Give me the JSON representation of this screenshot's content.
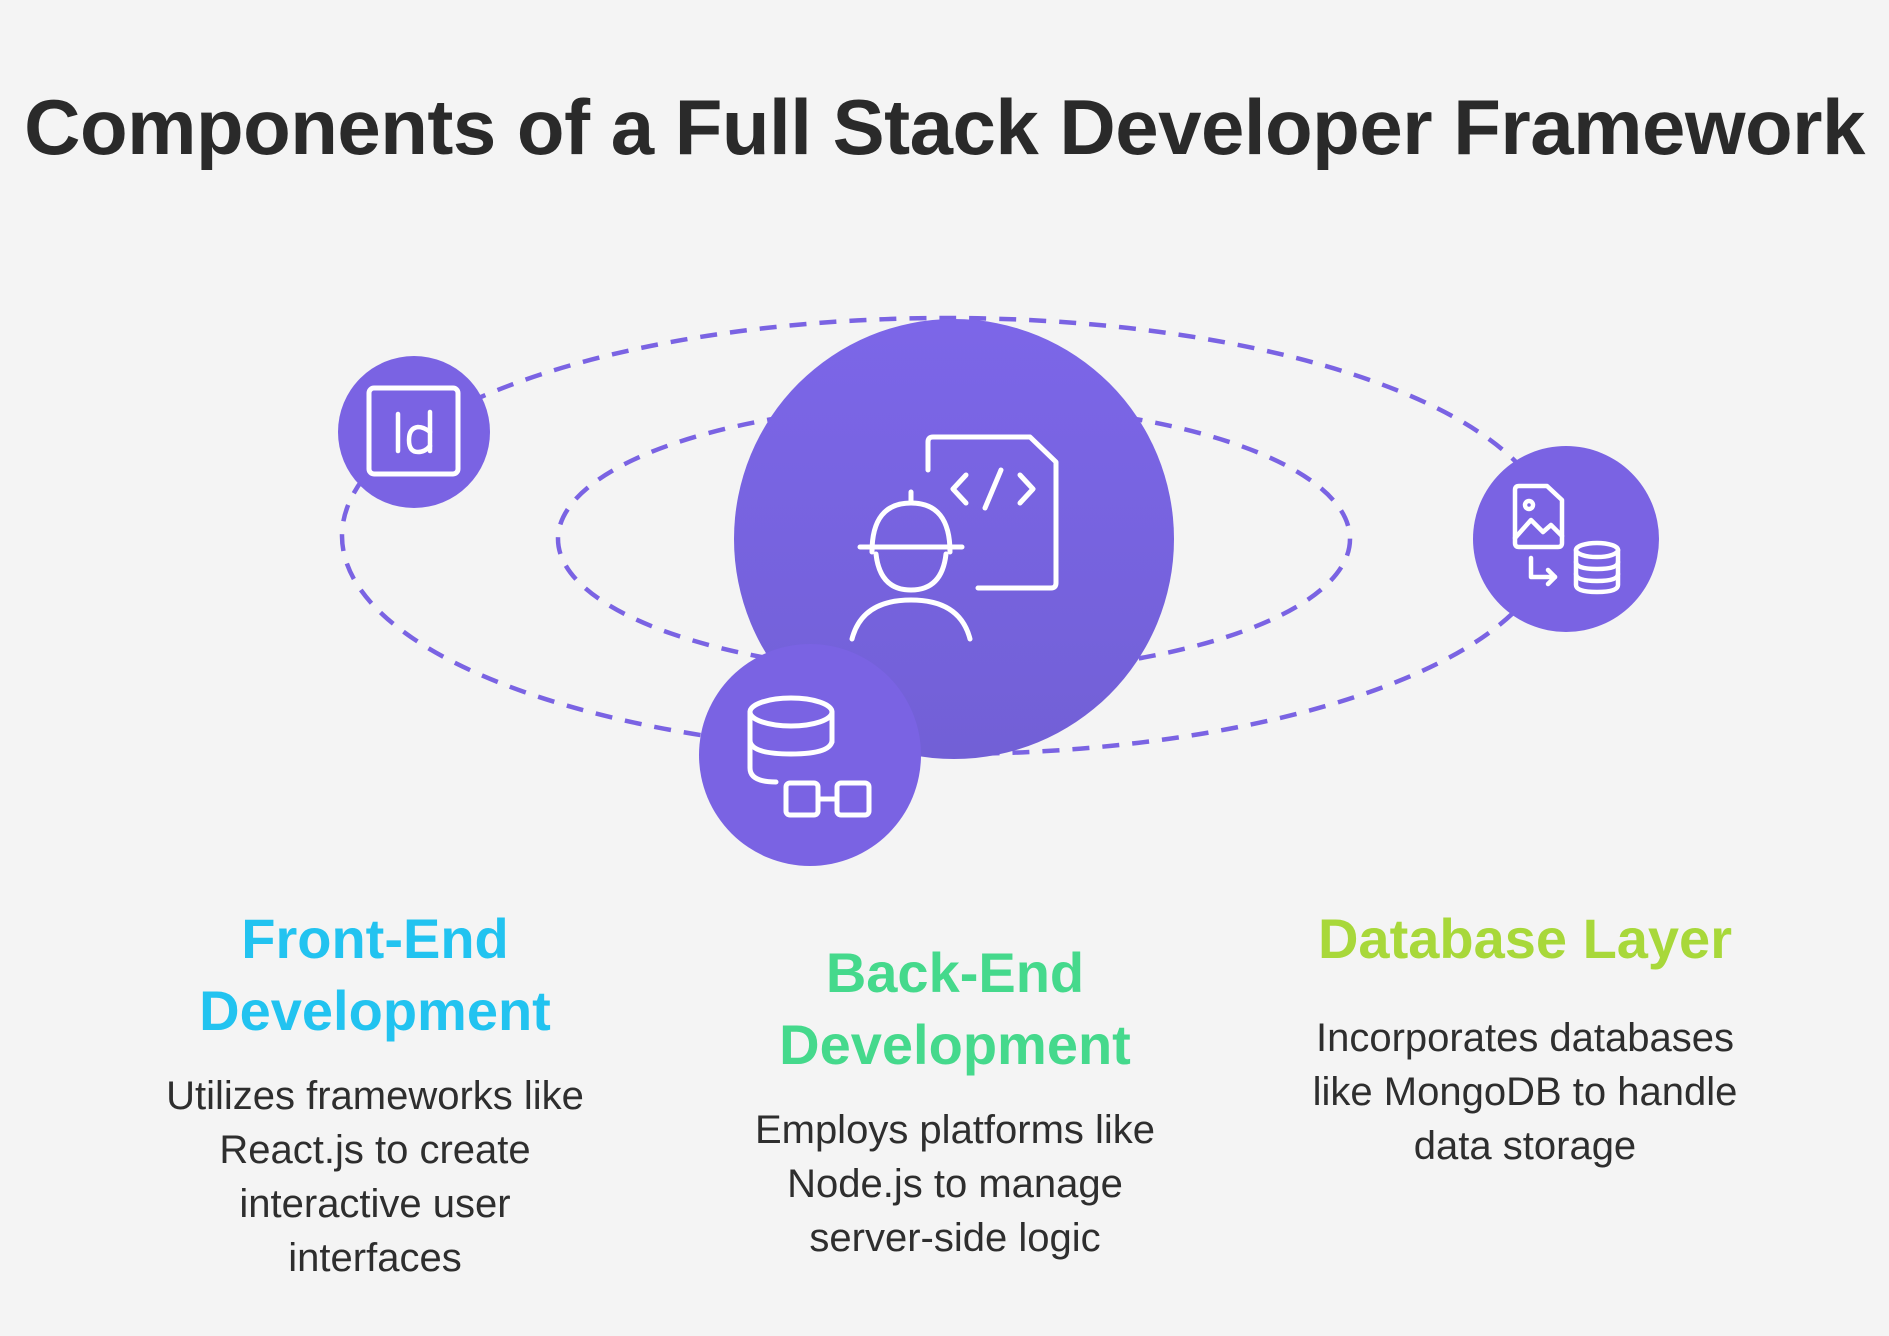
{
  "title": "Components of a Full Stack Developer Framework",
  "colors": {
    "purple": "#7a63e3",
    "dash": "#7a63e3",
    "frontend": "#22c3f0",
    "backend": "#45d98c",
    "database": "#a8d83a"
  },
  "icons": {
    "center": "developer-code-icon",
    "frontend": "indesign-icon",
    "backend": "database-network-icon",
    "database": "file-to-database-icon"
  },
  "sections": {
    "frontend": {
      "heading_lines": [
        "Front-End",
        "Development"
      ],
      "desc_lines": [
        "Utilizes frameworks like",
        "React.js to create",
        "interactive user",
        "interfaces"
      ]
    },
    "backend": {
      "heading_lines": [
        "Back-End",
        "Development"
      ],
      "desc_lines": [
        "Employs platforms like",
        "Node.js to manage",
        "server-side logic"
      ]
    },
    "database": {
      "heading_lines": [
        "Database Layer"
      ],
      "desc_lines": [
        "Incorporates databases",
        "like MongoDB to handle",
        "data storage"
      ]
    }
  }
}
